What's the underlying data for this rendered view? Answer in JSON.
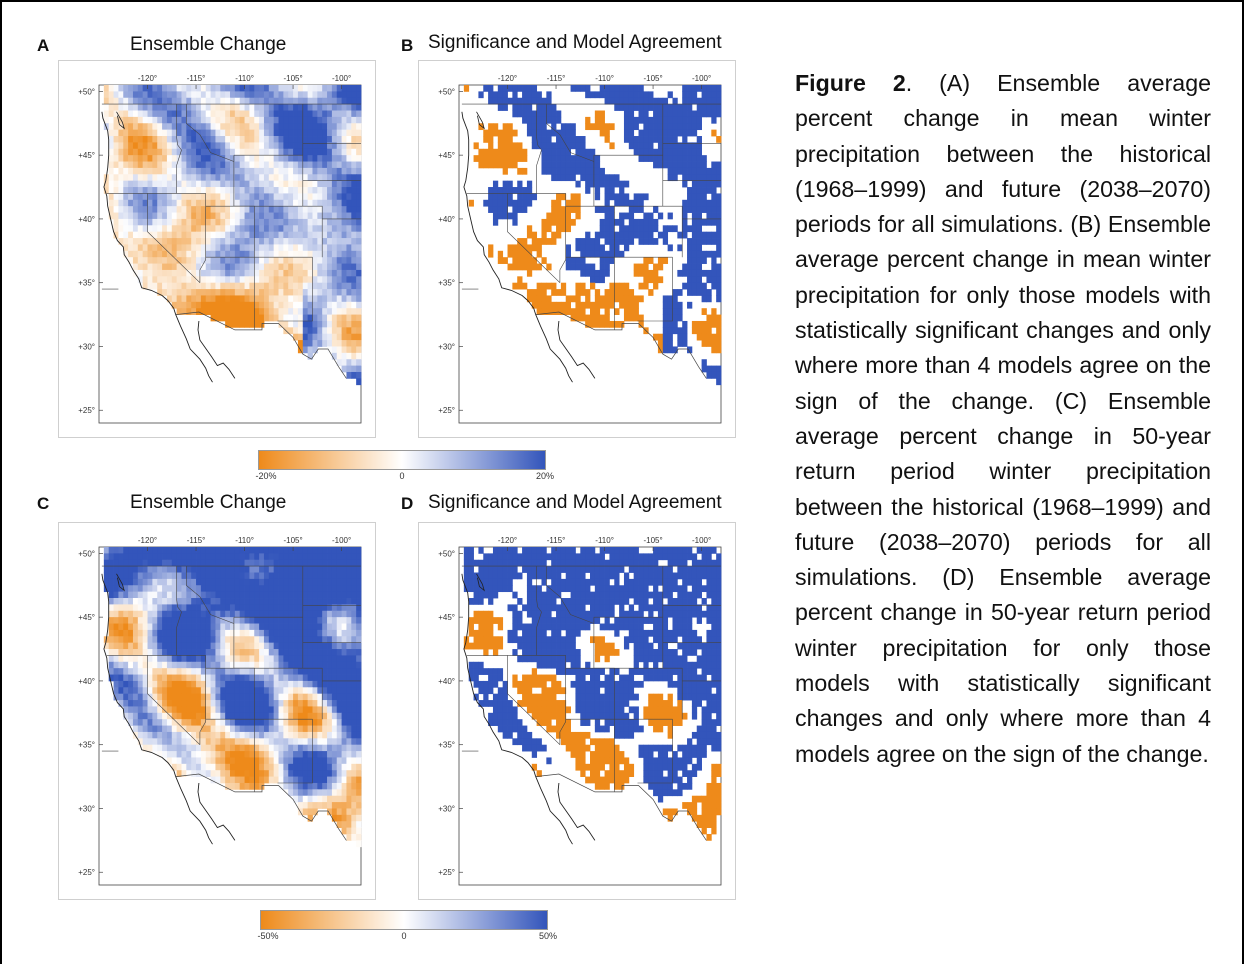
{
  "panels": [
    {
      "id": "A",
      "letter": "A",
      "title": "Ensemble Change",
      "kind": "smooth",
      "seed": 11,
      "bias": 0.45,
      "scale": 1.0
    },
    {
      "id": "B",
      "letter": "B",
      "title": "Significance and Model Agreement",
      "kind": "masked",
      "seed": 11,
      "bias": 0.45,
      "scale": 1.0
    },
    {
      "id": "C",
      "letter": "C",
      "title": "Ensemble Change",
      "kind": "smooth",
      "seed": 27,
      "bias": 0.9,
      "scale": 1.6
    },
    {
      "id": "D",
      "letter": "D",
      "title": "Significance and Model Agreement",
      "kind": "masked",
      "seed": 27,
      "bias": 0.9,
      "scale": 1.6
    }
  ],
  "lon_ticks": [
    "-120°",
    "-115°",
    "-110°",
    "-105°",
    "-100°"
  ],
  "lat_ticks": [
    "+50°",
    "+45°",
    "+40°",
    "+35°",
    "+30°",
    "+25°"
  ],
  "colorbars": [
    {
      "name": "top",
      "min_label": "-20%",
      "mid_label": "0",
      "max_label": "20%"
    },
    {
      "name": "bottom",
      "min_label": "-50%",
      "mid_label": "0",
      "max_label": "50%"
    }
  ],
  "colors": {
    "negative": "#ee8a1a",
    "neutral": "#ffffff",
    "positive": "#3355bb"
  },
  "caption": {
    "label": "Figure 2",
    "text": ". (A) Ensemble average percent change in mean winter precipitation between the historical (1968–1999) and future (2038–2070) periods for all simulations. (B) Ensemble average percent change in mean winter precipitation for only those models with statistically significant changes and only where more than 4 models agree on the sign of the change. (C) Ensemble average percent change in 50-year return period winter precipitation between the historical (1968–1999) and future (2038–2070) periods for all simulations. (D) Ensemble average percent change in 50-year return period winter precipitation for only those models with statistically significant changes and only where more than 4 models agree on the sign of the change."
  }
}
